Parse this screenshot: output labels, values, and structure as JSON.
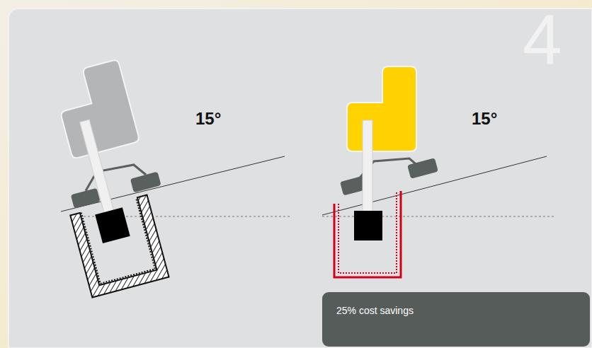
{
  "diagram": {
    "nodes": [
      {
        "text": [
          "25% cost savings"
        ]
      }
    ],
    "labels": [
      "15°",
      "15°",
      "4"
    ]
  }
}
